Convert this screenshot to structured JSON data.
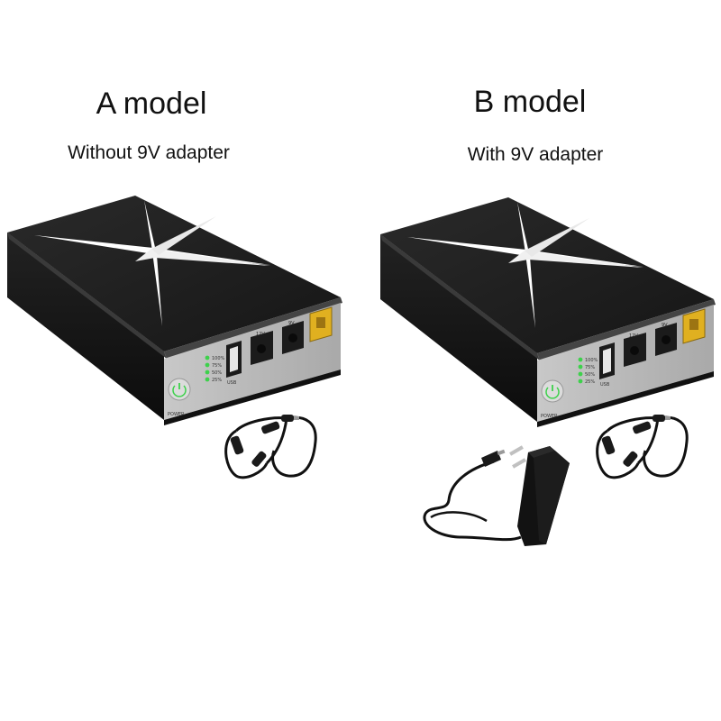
{
  "models": [
    {
      "title": "A model",
      "subtitle": "Without 9V adapter",
      "includes_adapter": false
    },
    {
      "title": "B model",
      "subtitle": "With 9V adapter",
      "includes_adapter": true
    }
  ],
  "device_labels": {
    "power": "POWER",
    "usb": "USB",
    "port_12v": "12V",
    "port_9v": "9V",
    "led_levels": [
      "100%",
      "75%",
      "50%",
      "25%"
    ]
  },
  "colors": {
    "case": "#1e1e1e",
    "panel": "#b9b9b9",
    "led": "#3dd14b",
    "connector": "#e0b020"
  }
}
